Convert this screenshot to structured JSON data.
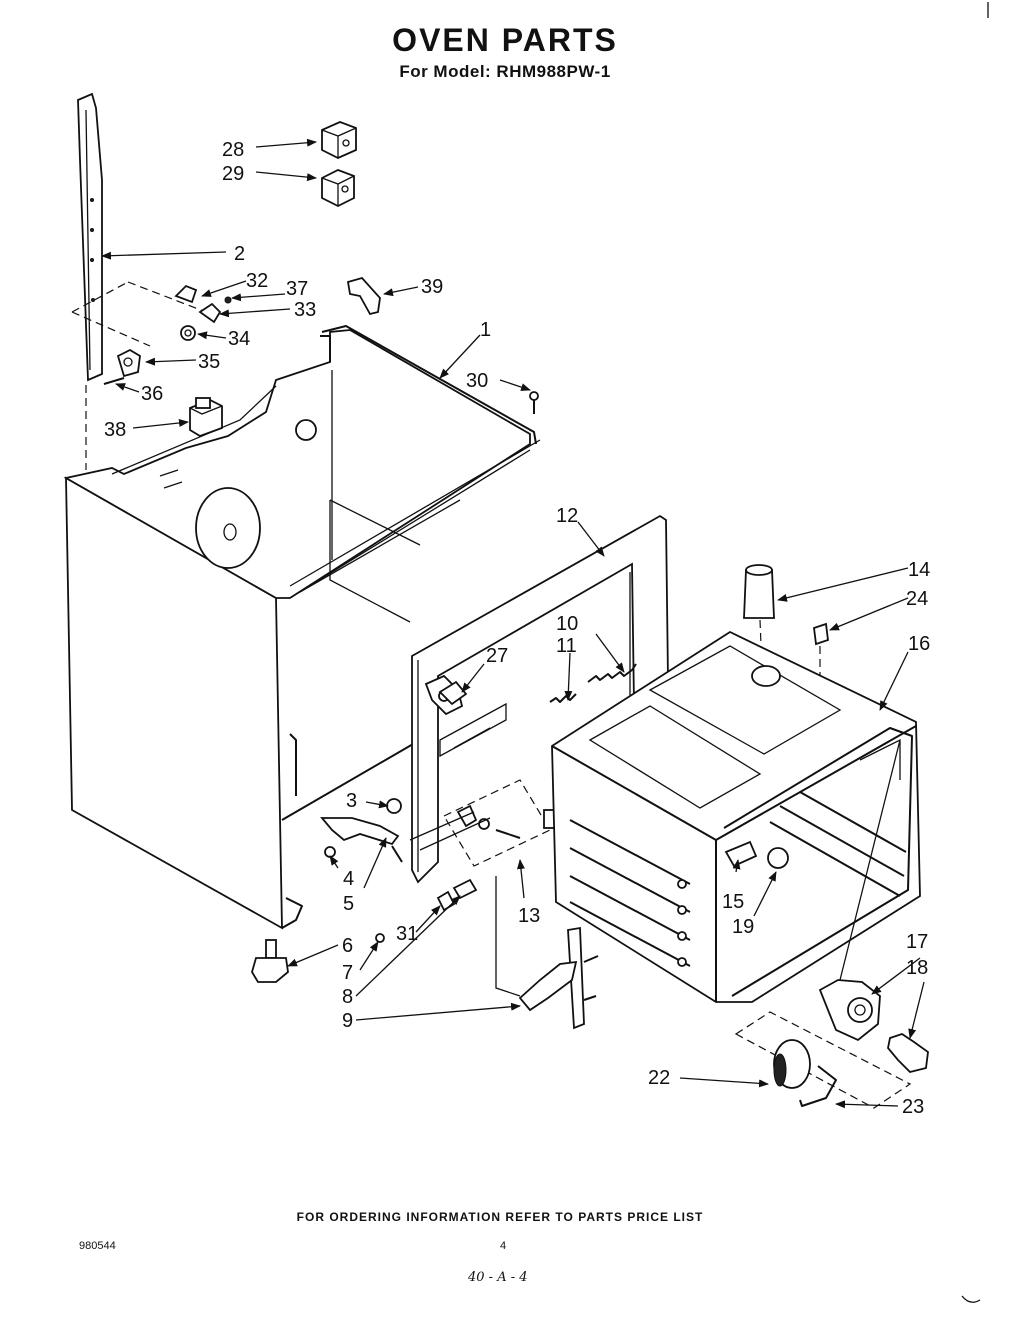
{
  "header": {
    "title": "OVEN PARTS",
    "subtitle": "For Model: RHM988PW-1"
  },
  "callouts": [
    "1",
    "2",
    "3",
    "4",
    "5",
    "6",
    "7",
    "8",
    "9",
    "10",
    "11",
    "12",
    "13",
    "14",
    "15",
    "16",
    "17",
    "18",
    "19",
    "22",
    "23",
    "24",
    "27",
    "28",
    "29",
    "30",
    "31",
    "32",
    "33",
    "34",
    "35",
    "36",
    "37",
    "38",
    "39"
  ],
  "footer": {
    "note": "FOR ORDERING INFORMATION REFER TO PARTS PRICE LIST",
    "doc_number": "980544",
    "page_number": "4",
    "handwritten": "40 - A - 4"
  }
}
